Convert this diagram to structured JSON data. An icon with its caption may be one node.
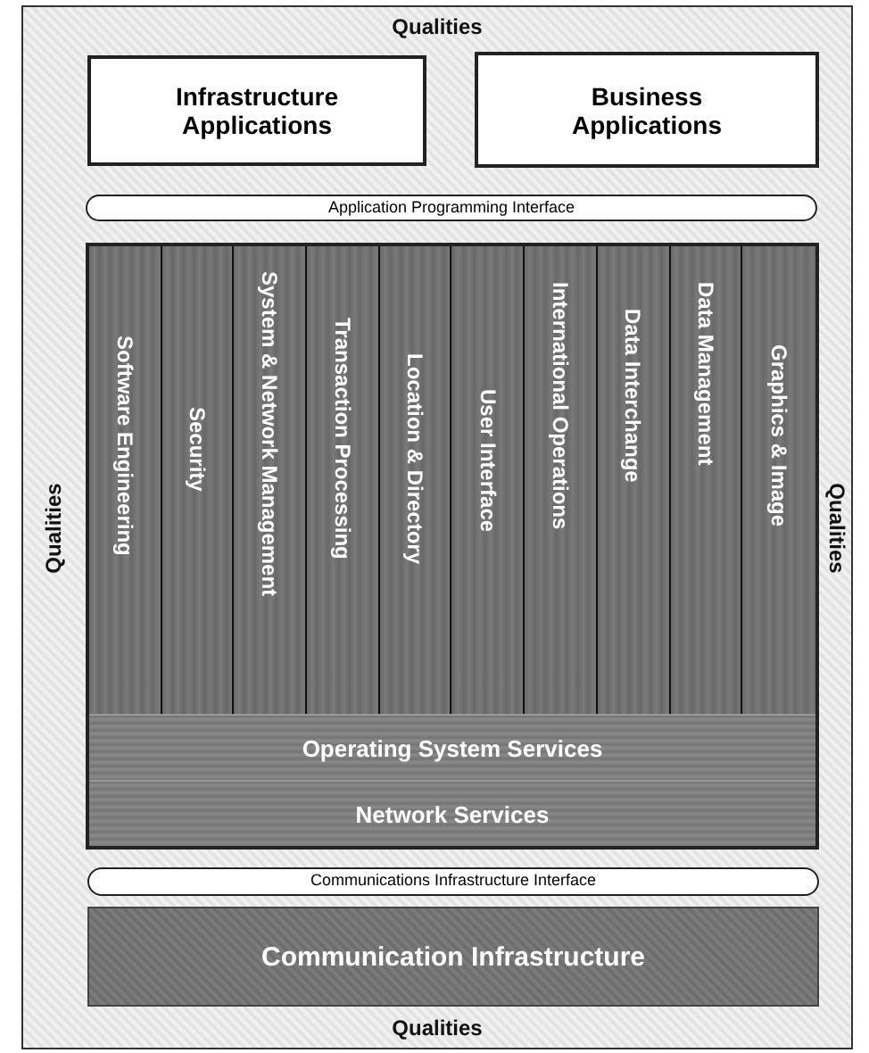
{
  "diagram": {
    "nodes": [
      {
        "text": [
          "Qualities",
          "Qualities",
          "Qualities",
          "Qualities"
        ]
      },
      {
        "text": [
          "Infrastructure Applications"
        ],
        "in": 0
      },
      {
        "text": [
          "Business Applications"
        ],
        "in": 0
      },
      {
        "text": [
          "Application Programming Interface"
        ],
        "in": 0
      },
      {
        "text": [],
        "shape": "box",
        "in": 0
      },
      {
        "text": [
          "Software Engineering"
        ],
        "in": 4
      },
      {
        "text": [
          "Security"
        ],
        "in": 4
      },
      {
        "text": [
          "System & Network Management"
        ],
        "in": 4
      },
      {
        "text": [
          "Transaction Processing"
        ],
        "in": 4
      },
      {
        "text": [
          "Location & Directory"
        ],
        "in": 4
      },
      {
        "text": [
          "User Interface"
        ],
        "in": 4
      },
      {
        "text": [
          "International Operations"
        ],
        "in": 4
      },
      {
        "text": [
          "Data Interchange"
        ],
        "in": 4
      },
      {
        "text": [
          "Data Management"
        ],
        "in": 4
      },
      {
        "text": [
          "Graphics & Image"
        ],
        "in": 4
      },
      {
        "text": [
          "Operating System Services"
        ],
        "in": 4
      },
      {
        "text": [
          "Network Services"
        ],
        "in": 4
      },
      {
        "text": [
          "Communications Infrastructure Interface"
        ],
        "in": 0
      },
      {
        "text": [
          "Communication Infrastructure"
        ],
        "in": 0
      }
    ]
  }
}
